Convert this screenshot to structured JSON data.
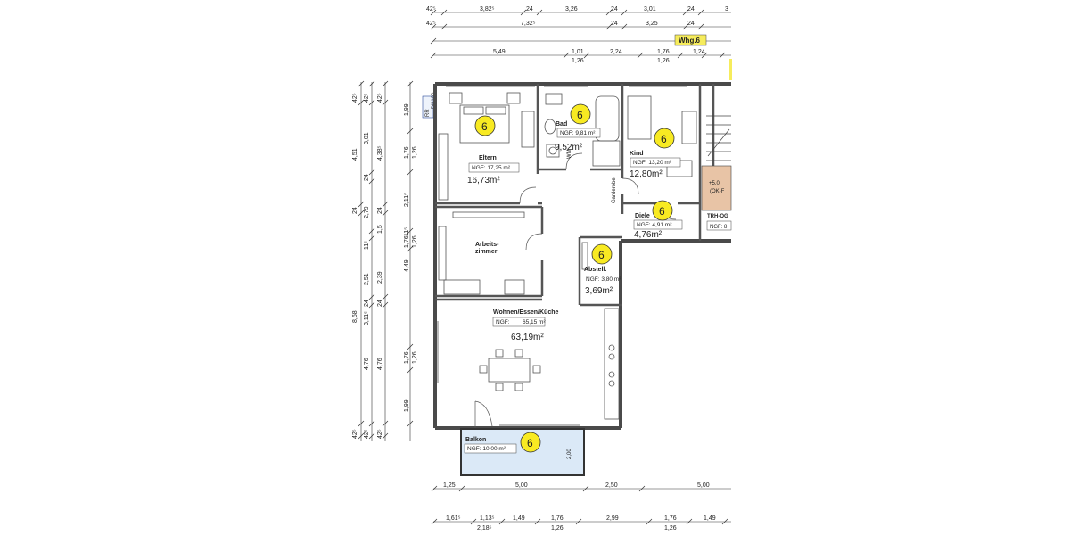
{
  "unit_label": "Whg.6",
  "apartment_number": "6",
  "side_tag": "RR\nDN100",
  "rooms": {
    "eltern": {
      "name": "Eltern",
      "ngf": "NGF: 17,25 m²",
      "area": "16,73m²"
    },
    "bad": {
      "name": "Bad",
      "ngf": "NGF: 9,81 m²",
      "area": "9,52m²",
      "wm": "WM"
    },
    "kind": {
      "name": "Kind",
      "ngf": "NGF: 13,20 m²",
      "area": "12,80m²"
    },
    "diele": {
      "name": "Diele",
      "ngf": "NGF: 4,91 m²",
      "area": "4,76m²"
    },
    "arbeits": {
      "name": "Arbeits-\nzimmer"
    },
    "abstell": {
      "name": "Abstell.",
      "ngf": "NGF: 3,80 m²",
      "area": "3,69m²"
    },
    "wohnen": {
      "name": "Wohnen/Essen/Küche",
      "ngf": "NGF:        65,15 m²",
      "area": "63,19m²"
    },
    "balkon": {
      "name": "Balkon",
      "ngf": "NGF: 10,00 m²",
      "depth": "2,00"
    },
    "garderobe": "Garderobe",
    "stair_tag": {
      "line1": "+5,0",
      "line2": "(OK-F"
    },
    "trh": {
      "name": "TRH-OG",
      "ngf": "NGF: 8"
    }
  },
  "dims_top": {
    "row1": [
      "42⁵",
      "3,82⁵",
      "24",
      "3,26",
      "24",
      "3,01",
      "24",
      "3"
    ],
    "row2": [
      "42⁵",
      "7,32⁵",
      "24",
      "3,25",
      "24"
    ],
    "row3_top": [
      "5,49",
      "1,01",
      "2,24",
      "1,76",
      "1,24"
    ],
    "row3_bottom": [
      "1,26",
      "1,26"
    ]
  },
  "dims_left": {
    "col1": [
      "42⁵",
      "4,51",
      "24",
      "8,68",
      "42⁵"
    ],
    "col2": [
      "42⁵",
      "3,01",
      "24",
      "2,79",
      "11⁵",
      "2,51",
      "24",
      "3,11⁵",
      "4,76",
      "42⁵"
    ],
    "col3": [
      "42⁵",
      "4,38⁵",
      "24",
      "1,5",
      "2,39",
      "24",
      "4,76",
      "42⁵"
    ],
    "col4": [
      "1,99",
      "1,76",
      "1,26",
      "2,11⁵",
      "11⁵",
      "1,76",
      "1,26",
      "4,49",
      "1,76",
      "1,26",
      "1,99"
    ]
  },
  "dims_bottom": {
    "row1": [
      "1,25",
      "5,00",
      "2,50",
      "5,00"
    ],
    "row2_top": [
      "1,61⁵",
      "1,13⁵",
      "1,49",
      "1,76",
      "2,99",
      "1,76",
      "1,49"
    ],
    "row2_bottom": [
      "2,18⁵",
      "1,26",
      "1,26"
    ]
  }
}
